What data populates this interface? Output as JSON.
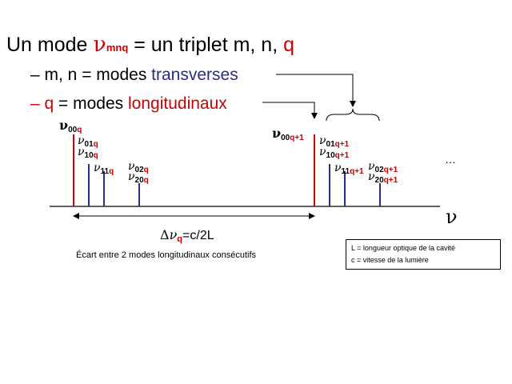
{
  "title": {
    "prefix": "Un mode ",
    "symbol": "ν",
    "symbol_sub": "mnq",
    "suffix": " = un triplet m, n, ",
    "q": "q"
  },
  "bullets": [
    {
      "dash": "– ",
      "lead": "m, n = modes ",
      "term": "transverses"
    },
    {
      "dash": "– q",
      "lead": " = modes ",
      "term": "longitudinaux"
    }
  ],
  "modes_group_q": {
    "nu00": {
      "sym": "ν",
      "sub": "00",
      "sub_q": "q"
    },
    "nu01": {
      "sym": "ν",
      "sub": "01",
      "sub_q": "q"
    },
    "nu10": {
      "sym": "ν",
      "sub": "10",
      "sub_q": "q"
    },
    "nu11": {
      "sym": "ν",
      "sub": "11",
      "sub_q": "q"
    },
    "nu02": {
      "sym": "ν",
      "sub": "02",
      "sub_q": "q"
    },
    "nu20": {
      "sym": "ν",
      "sub": "20",
      "sub_q": "q"
    }
  },
  "modes_group_q1": {
    "nu00": {
      "sym": "ν",
      "sub": "00",
      "sub_q": "q+1"
    },
    "nu01": {
      "sym": "ν",
      "sub": "01",
      "sub_q": "q+1"
    },
    "nu10": {
      "sym": "ν",
      "sub": "10",
      "sub_q": "q+1"
    },
    "nu11": {
      "sym": "ν",
      "sub": "11",
      "sub_q": "q+1"
    },
    "nu02": {
      "sym": "ν",
      "sub": "02",
      "sub_q": "q+1"
    },
    "nu20": {
      "sym": "ν",
      "sub": "20",
      "sub_q": "q+1"
    }
  },
  "ellipsis": "…",
  "axis_label": "ν",
  "spacing": {
    "delta": "Δ",
    "nu": "ν",
    "sub": "q",
    "value": "=c/2L"
  },
  "caption": "Écart entre 2 modes longitudinaux consécutifs",
  "legend": {
    "line1": "L = longueur optique de la cavité",
    "line2": "c = vitesse de la lumière"
  },
  "colors": {
    "longitudinal": "#cc0000",
    "transverse": "#2b2b8a",
    "text": "#000000"
  }
}
